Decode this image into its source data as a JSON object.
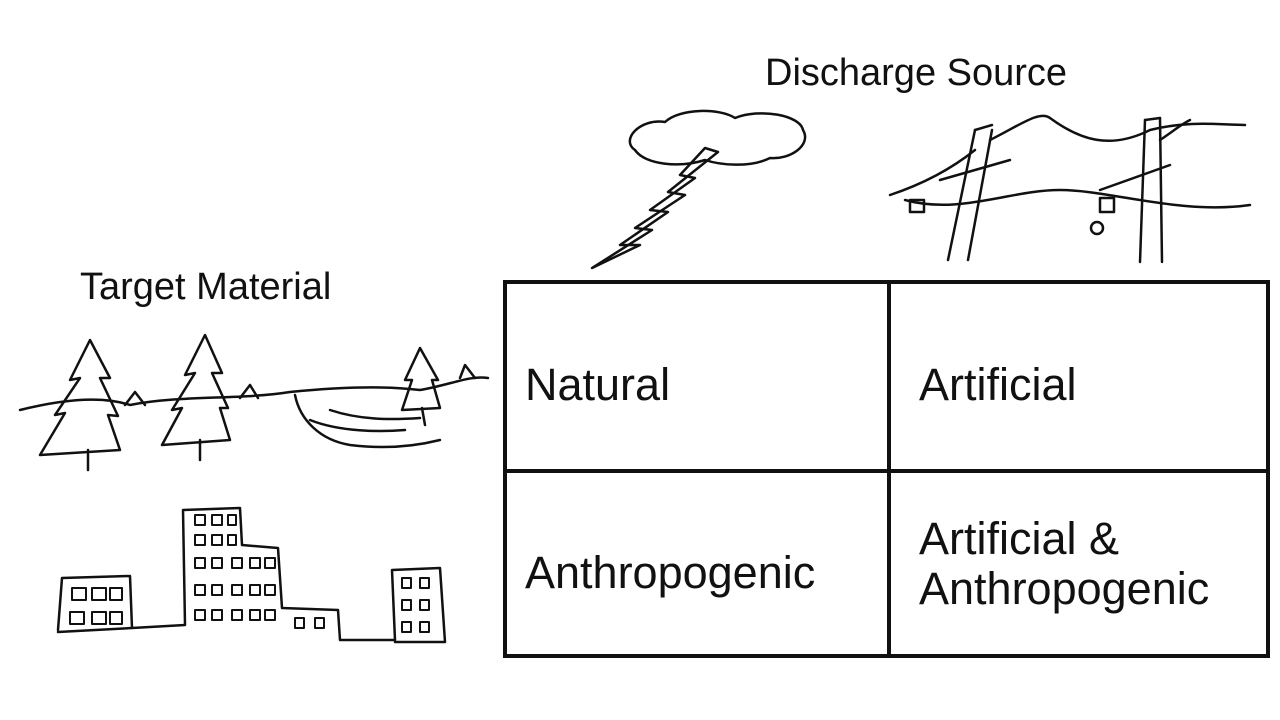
{
  "axes": {
    "column_header": "Discharge Source",
    "row_header": "Target Material"
  },
  "cells": {
    "natural": "Natural",
    "artificial": "Artificial",
    "anthropogenic": "Anthropogenic",
    "artificial_anthropogenic_line1": "Artificial &",
    "artificial_anthropogenic_line2": "Anthropogenic"
  },
  "illustrations": [
    "cloud-lightning-icon",
    "power-lines-icon",
    "forest-landscape-icon",
    "city-buildings-icon"
  ]
}
